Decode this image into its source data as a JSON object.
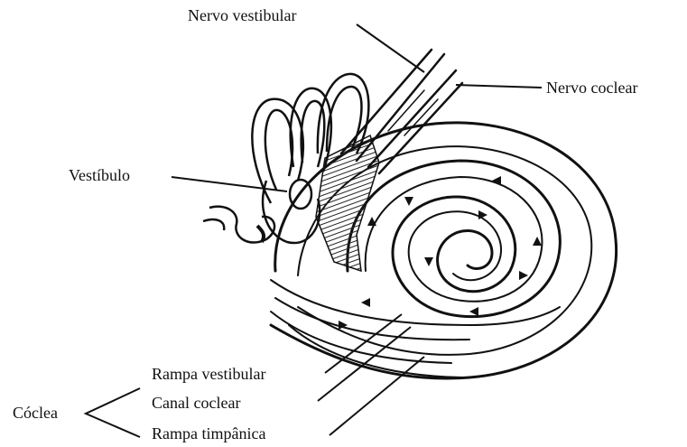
{
  "labels": {
    "nervo_vestibular": "Nervo vestibular",
    "nervo_coclear": "Nervo coclear",
    "vestibulo": "Vestíbulo",
    "rampa_vestibular": "Rampa vestibular",
    "canal_coclear": "Canal coclear",
    "rampa_timpanica": "Rampa timpânica",
    "coclea": "Cóclea"
  },
  "colors": {
    "ink": "#111111",
    "hatch": "#222222",
    "background": "#ffffff"
  }
}
